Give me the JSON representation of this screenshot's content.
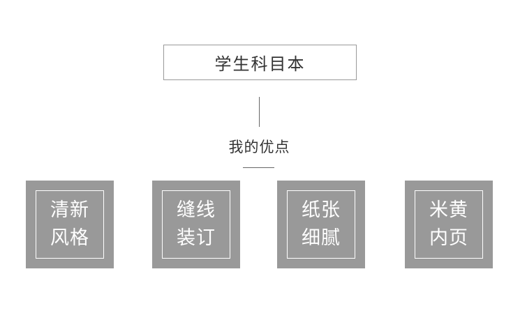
{
  "title": "学生科目本",
  "subtitle": "我的优点",
  "features": [
    {
      "line1": "清新",
      "line2": "风格"
    },
    {
      "line1": "缝线",
      "line2": "装订"
    },
    {
      "line1": "纸张",
      "line2": "细腻"
    },
    {
      "line1": "米黄",
      "line2": "内页"
    }
  ],
  "colors": {
    "box_fill": "#999999",
    "text_dark": "#333333",
    "border": "#999999"
  }
}
